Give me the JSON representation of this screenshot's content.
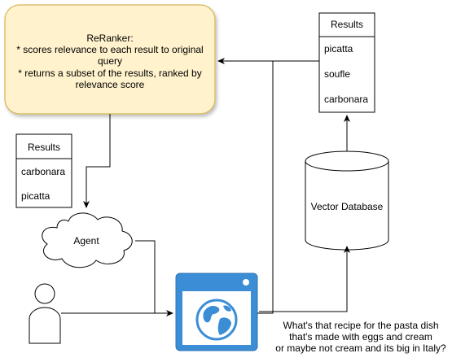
{
  "reranker": {
    "title": "ReRanker:",
    "line1": "* scores relevance to each result to original",
    "line2": "query",
    "line3": "* returns a subset of the results, ranked by",
    "line4": "relevance score"
  },
  "results_top": {
    "header": "Results",
    "items": [
      "picatta",
      "soufle",
      "carbonara"
    ]
  },
  "results_left": {
    "header": "Results",
    "items": [
      "carbonara",
      "picatta"
    ]
  },
  "vector_db": {
    "label": "Vector Database"
  },
  "agent": {
    "label": "Agent"
  },
  "query": {
    "line1": "What's that recipe for the pasta dish",
    "line2": "that's made with eggs and cream",
    "line3": "or maybe not cream and its big in Italy?"
  },
  "colors": {
    "reranker_fill": "#fff2cc",
    "reranker_stroke": "#d6b656",
    "browser_blue": "#3b8dd6",
    "browser_stroke": "#2f73b0"
  },
  "icons": {
    "user": "person-icon",
    "browser": "browser-globe-icon"
  }
}
